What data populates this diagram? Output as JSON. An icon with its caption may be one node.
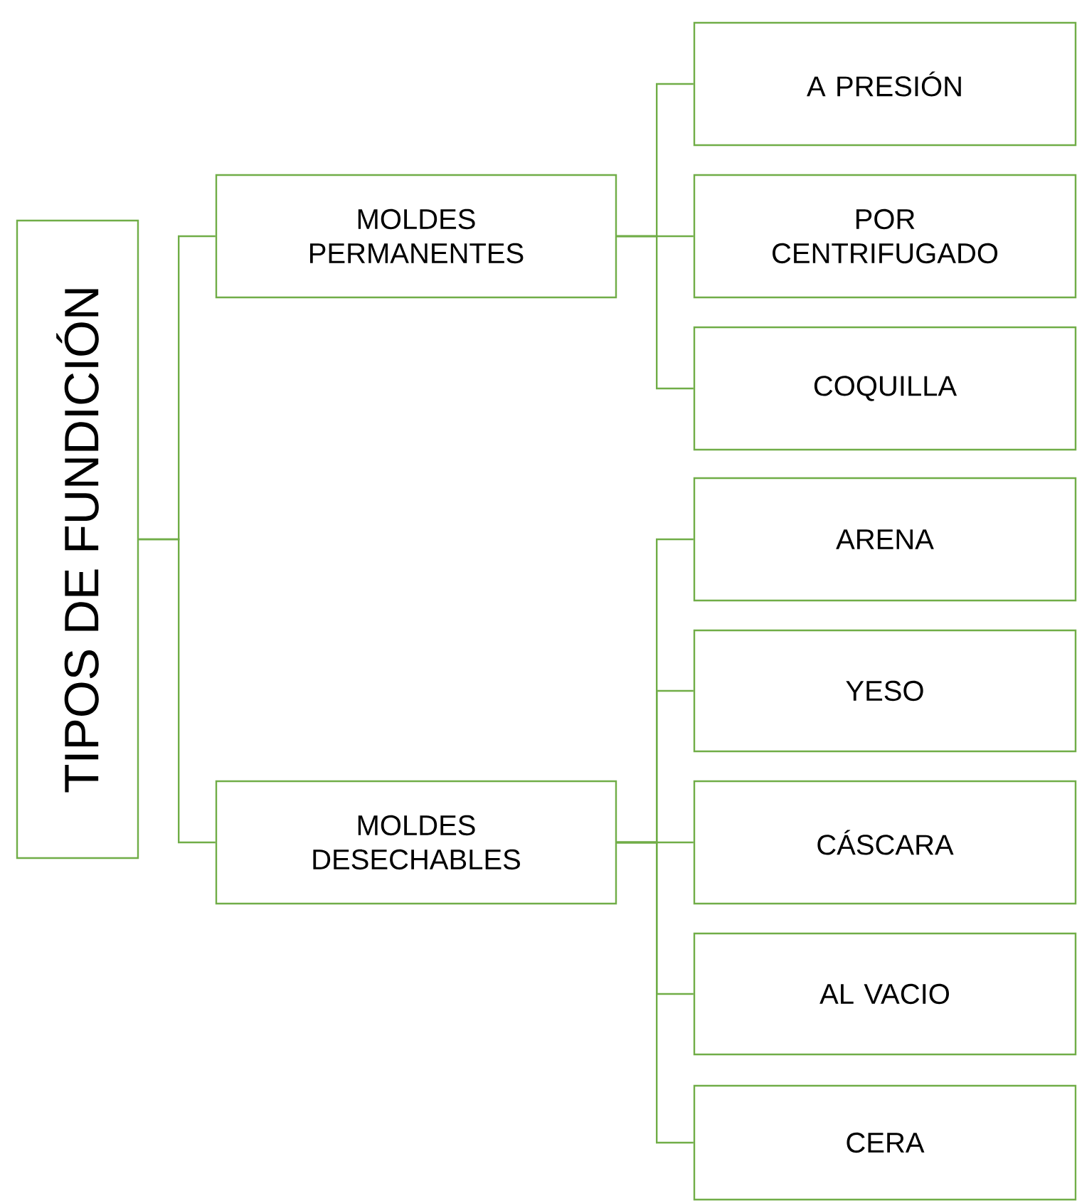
{
  "diagram": {
    "nodes": [
      {
        "text": [
          "TIPOS DE FUNDICIÓN"
        ]
      },
      {
        "text": [
          "MOLDES PERMANENTES"
        ]
      },
      {
        "text": [
          "MOLDES DESECHABLES"
        ]
      },
      {
        "text": [
          "A PRESIÓN"
        ]
      },
      {
        "text": [
          "POR CENTRIFUGADO"
        ]
      },
      {
        "text": [
          "COQUILLA"
        ]
      },
      {
        "text": [
          "ARENA"
        ]
      },
      {
        "text": [
          "YESO"
        ]
      },
      {
        "text": [
          "CÁSCARA"
        ]
      },
      {
        "text": [
          "AL VACIO"
        ]
      },
      {
        "text": [
          "CERA"
        ]
      }
    ],
    "edges": [
      {
        "from": 0,
        "to": 1,
        "arrow": "none"
      },
      {
        "from": 0,
        "to": 2,
        "arrow": "none"
      },
      {
        "from": 1,
        "to": 3,
        "arrow": "none"
      },
      {
        "from": 1,
        "to": 4,
        "arrow": "none"
      },
      {
        "from": 1,
        "to": 5,
        "arrow": "none"
      },
      {
        "from": 2,
        "to": 6,
        "arrow": "none"
      },
      {
        "from": 2,
        "to": 7,
        "arrow": "none"
      },
      {
        "from": 2,
        "to": 8,
        "arrow": "none"
      },
      {
        "from": 2,
        "to": 9,
        "arrow": "none"
      },
      {
        "from": 2,
        "to": 10,
        "arrow": "none"
      }
    ]
  }
}
